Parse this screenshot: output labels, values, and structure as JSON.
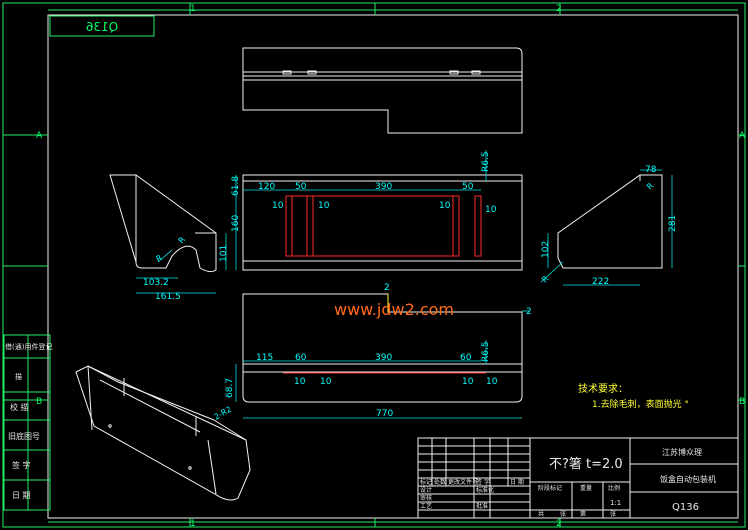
{
  "frame": {
    "zone_top_left": "1",
    "zone_top_right": "2",
    "zone_bottom_left": "1",
    "zone_bottom_right": "2",
    "zone_left_upper": "A",
    "zone_left_lower": "B",
    "zone_right_upper": "A",
    "zone_right_lower": "B",
    "corner_code_mirrored": "Q136"
  },
  "left_strip": [
    "借(通)用件登记",
    "描",
    "校 描",
    "旧底图号",
    "签 字",
    "日 期"
  ],
  "views": {
    "top": {
      "dims": [
        "120",
        "50",
        "390",
        "50",
        "61.8",
        "160",
        "10",
        "10",
        "10",
        "10",
        "R6.5"
      ]
    },
    "front": {
      "dims": [
        "115",
        "60",
        "390",
        "60",
        "10",
        "10",
        "10",
        "10",
        "R6.5",
        "68.7",
        "2-R2",
        "770",
        "2",
        "2"
      ]
    },
    "left_side": {
      "dims": [
        "R",
        "R",
        "101",
        "103.2",
        "161.5"
      ]
    },
    "right_side": {
      "dims": [
        "78",
        "R",
        "281",
        "102",
        "222",
        "R"
      ]
    }
  },
  "watermark": "www.jdw2.com",
  "tech_req": {
    "title": "技术要求：",
    "item": "1.去除毛刺，表面抛光 °"
  },
  "title_block": {
    "material": "不?箸 t=2.0",
    "company": "江苏博众理",
    "product": "饭盒自动包装机",
    "drawing_no": "Q136",
    "row_labels": [
      "标记",
      "处数",
      "更改文件号",
      "签 字",
      "日 期"
    ],
    "role_labels": [
      "设计",
      "审核",
      "工艺",
      "标准化",
      "批准"
    ],
    "stage_labels": [
      "阶段标记",
      "重量",
      "比例"
    ],
    "scale": "1:1",
    "sheet_labels": [
      "共",
      "张",
      "第",
      "张"
    ]
  }
}
